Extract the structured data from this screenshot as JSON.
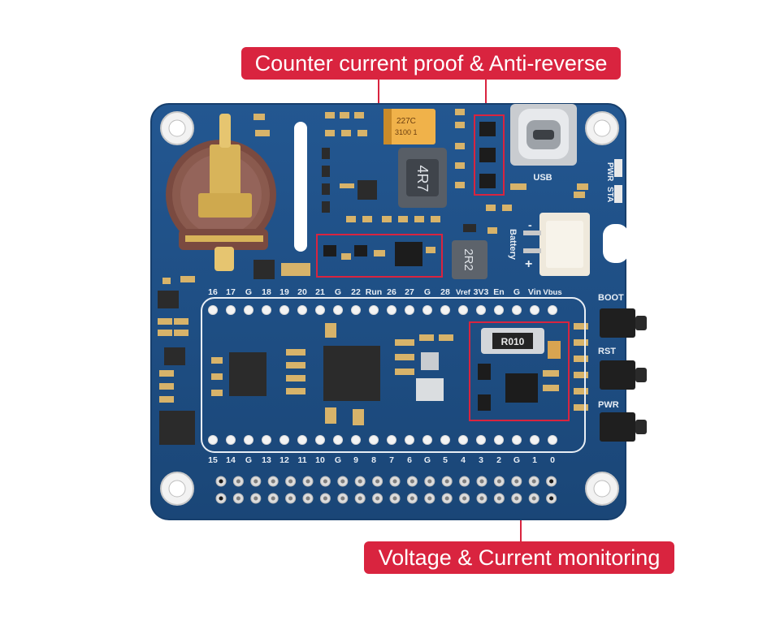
{
  "callouts": {
    "protection": "Counter current proof & Anti-reverse",
    "monitoring": "Voltage & Current monitoring"
  },
  "board": {
    "top_pin_labels": [
      "16",
      "17",
      "G",
      "18",
      "19",
      "20",
      "21",
      "G",
      "22",
      "Run",
      "26",
      "27",
      "G",
      "28",
      "Vref",
      "3V3",
      "En",
      "G",
      "Vin",
      "Vbus"
    ],
    "bottom_pin_labels": [
      "15",
      "14",
      "G",
      "13",
      "12",
      "11",
      "10",
      "G",
      "9",
      "8",
      "7",
      "6",
      "G",
      "5",
      "4",
      "3",
      "2",
      "G",
      "1",
      "0"
    ],
    "buttons": [
      "BOOT",
      "RST",
      "PWR"
    ],
    "usb_label": "USB",
    "led_labels": [
      "PWR",
      "STA"
    ],
    "battery_label": "Battery",
    "battery_minus": "-",
    "battery_plus": "+",
    "inductor_large": "4R7",
    "inductor_small": "2R2",
    "shunt_resistor": "R010",
    "capacitor_marking": [
      "227C",
      "3100 1"
    ]
  },
  "colors": {
    "accent": "#d9243f",
    "pcb": "#1f4e84",
    "pcb_dark": "#173f6d",
    "silkscreen": "#e8eef5",
    "gold": "#d8b45a"
  }
}
